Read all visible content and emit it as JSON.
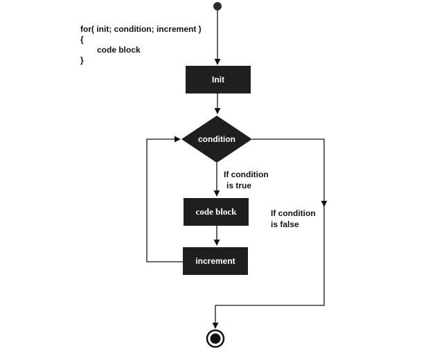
{
  "code": {
    "line1": "for( init; condition; increment )",
    "line2": "{",
    "line3": "code block",
    "line4": "}"
  },
  "nodes": {
    "init": "Init",
    "condition": "condition",
    "code_block": "code block",
    "increment": "increment"
  },
  "edges": {
    "true_line1": "If condition",
    "true_line2": "is true",
    "false_line1": "If condition",
    "false_line2": "is false"
  },
  "colors": {
    "node_fill": "#1f1f1f",
    "line": "#111111",
    "text_on_node": "#ffffff"
  }
}
